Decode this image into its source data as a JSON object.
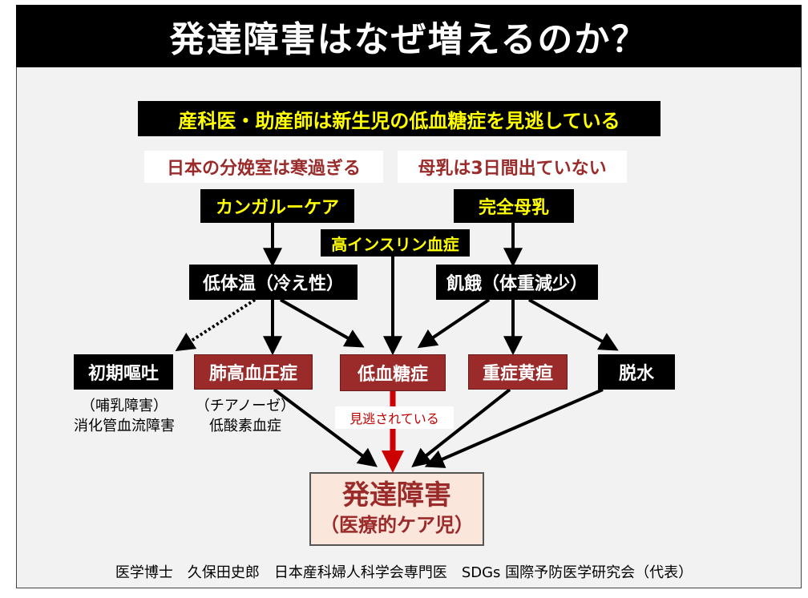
{
  "title": "発達障害はなぜ増えるのか？",
  "headline": "産科医・助産師は新生児の低血糖症を見逃している",
  "causes": {
    "cold_room": "日本の分娩室は寒過ぎる",
    "no_milk": "母乳は3日間出ていない"
  },
  "practices": {
    "kangaroo": "カンガルーケア",
    "breastfeeding": "完全母乳"
  },
  "hyperinsulin": "高インスリン血症",
  "states": {
    "hypothermia": "低体温（冷え性）",
    "starvation": "飢餓（体重減少）"
  },
  "conditions": {
    "vomiting": "初期嘔吐",
    "pulmonary": "肺高血圧症",
    "hypoglycemia": "低血糖症",
    "jaundice": "重症黄疸",
    "dehydration": "脱水"
  },
  "notes": {
    "vomiting_line1": "（哺乳障害）",
    "vomiting_line2": "消化管血流障害",
    "pulmonary_line1": "（チアノーゼ）",
    "pulmonary_line2": "低酸素血症"
  },
  "missed_label": "見逃されている",
  "result": {
    "main": "発達障害",
    "sub": "（医療的ケア児）"
  },
  "footer": "医学博士　久保田史郎　日本産科婦人科学会専門医　SDGs 国際予防医学研究会（代表）",
  "colors": {
    "dark_red": "#9b2a2a",
    "highlight_yellow": "#ffff00",
    "arrow_red": "#cc0000",
    "result_bg": "#fbe6dc"
  }
}
